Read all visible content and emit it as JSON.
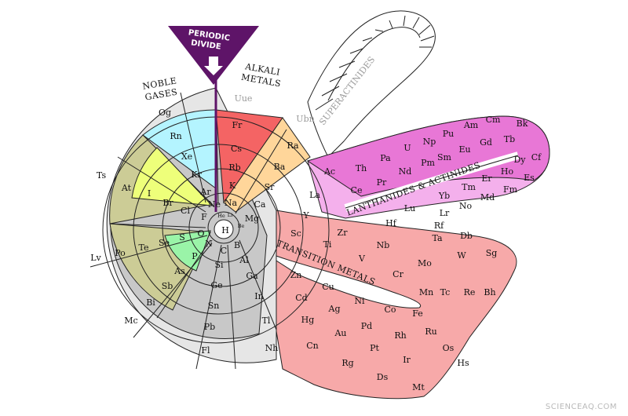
{
  "labels": {
    "periodic_divide": [
      "PERIODIC",
      "DIVIDE"
    ],
    "noble_gases": [
      "NOBLE",
      "GASES"
    ],
    "alkali_metals": [
      "ALKALI",
      "METALS"
    ],
    "superactinides": "SUPERACTINIDES",
    "lanthanides_actinides": "LANTHANIDES & ACTINIDES",
    "transition_metals": "TRANSITION METALS"
  },
  "watermark": "SCIENCEAQ.COM",
  "colors": {
    "alkali": "#f46464",
    "alkaline_earth": "#ffd69a",
    "noble": "#b4f4ff",
    "halogen": "#eeff7a",
    "nonmetal": "#9af4a8",
    "metalloid": "#cccc96",
    "post_transition": "#c8c8c8",
    "unknown": "#e6e6e6",
    "transition": "#f7a9a9",
    "lanthanide": "#f4b0ec",
    "actinide": "#e877d6",
    "divide": "#5e1468"
  },
  "elements": {
    "center": "H",
    "he": "He",
    "li": "Li",
    "be": "Be",
    "ring2": [
      "Na",
      "Mg",
      "B",
      "C",
      "N",
      "O",
      "F",
      "Ne"
    ],
    "ring3": [
      "K",
      "Ca",
      "Al",
      "Si",
      "P",
      "S",
      "Cl",
      "Ar"
    ],
    "ring4": [
      "Rb",
      "Sr",
      "Ga",
      "Ge",
      "As",
      "Se",
      "Br",
      "Kr"
    ],
    "ring5": [
      "Cs",
      "Ba",
      "In",
      "Sn",
      "Sb",
      "Te",
      "I",
      "Xe"
    ],
    "ring6": [
      "Fr",
      "Ra",
      "Tl",
      "Pb",
      "Bi",
      "Po",
      "At",
      "Rn"
    ],
    "ring7": [
      "Nh",
      "Fl",
      "Mc",
      "Lv",
      "Ts",
      "Og"
    ],
    "ring8": [
      "Uue",
      "Ubn"
    ],
    "transition": [
      "Sc",
      "Ti",
      "V",
      "Cr",
      "Mn",
      "Fe",
      "Co",
      "Ni",
      "Cu",
      "Zn",
      "Y",
      "Zr",
      "Nb",
      "Mo",
      "Tc",
      "Ru",
      "Rh",
      "Pd",
      "Ag",
      "Cd",
      "Hf",
      "Ta",
      "W",
      "Re",
      "Os",
      "Ir",
      "Pt",
      "Au",
      "Hg",
      "Rf",
      "Db",
      "Sg",
      "Bh",
      "Hs",
      "Mt",
      "Ds",
      "Rg",
      "Cn"
    ],
    "lanthanides": [
      "La",
      "Ce",
      "Pr",
      "Nd",
      "Pm",
      "Sm",
      "Eu",
      "Gd",
      "Tb",
      "Dy",
      "Ho",
      "Er",
      "Tm",
      "Yb",
      "Lu"
    ],
    "actinides": [
      "Ac",
      "Th",
      "Pa",
      "U",
      "Np",
      "Pu",
      "Am",
      "Cm",
      "Bk",
      "Cf",
      "Es",
      "Fm",
      "Md",
      "No",
      "Lr"
    ]
  }
}
